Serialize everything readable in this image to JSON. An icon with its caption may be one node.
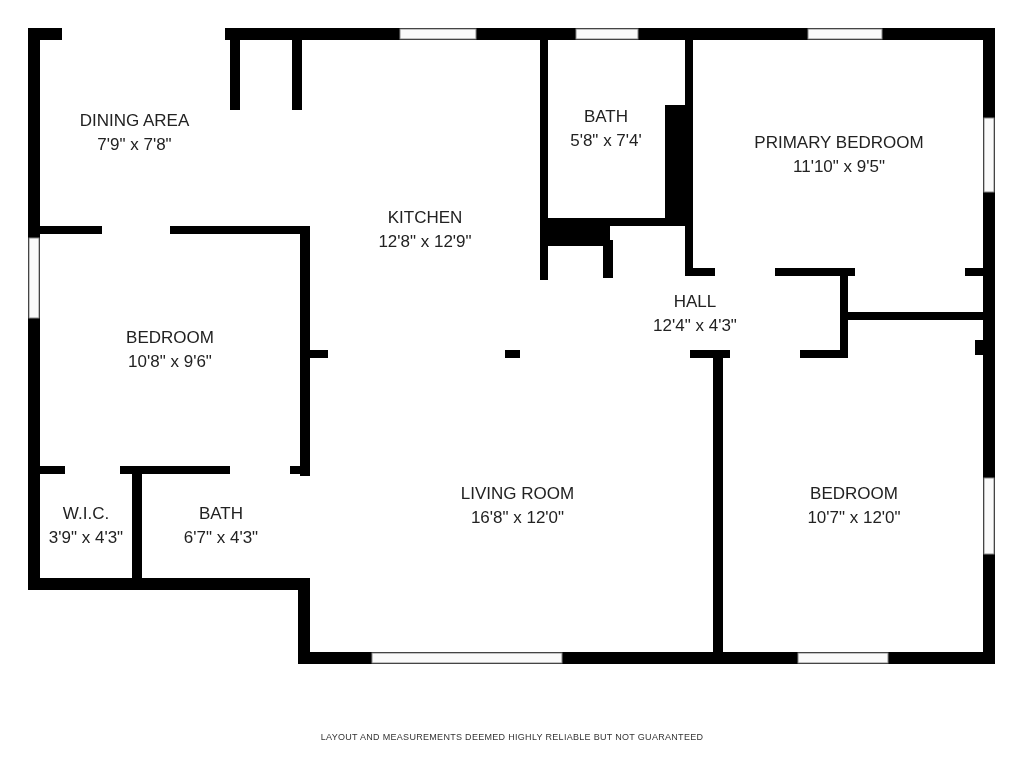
{
  "diagram": {
    "nodes": [
      {
        "text": [
          "DINING AREA",
          "7'9\" x 7'8\""
        ]
      },
      {
        "text": [
          "KITCHEN",
          "12'8\" x 12'9\""
        ]
      },
      {
        "text": [
          "BATH",
          "5'8\" x 7'4'"
        ]
      },
      {
        "text": [
          "PRIMARY BEDROOM",
          "11'10\" x 9'5\""
        ]
      },
      {
        "text": [
          "BEDROOM",
          "10'8\" x 9'6\""
        ]
      },
      {
        "text": [
          "HALL",
          "12'4\" x 4'3\""
        ]
      },
      {
        "text": [
          "W.I.C.",
          "3'9\" x 4'3\""
        ]
      },
      {
        "text": [
          "BATH",
          "6'7\" x 4'3\""
        ]
      },
      {
        "text": [
          "LIVING ROOM",
          "16'8\" x 12'0\""
        ]
      },
      {
        "text": [
          "BEDROOM",
          "10'7\" x 12'0\""
        ]
      }
    ],
    "edges": [],
    "labels": [
      "LAYOUT AND MEASUREMENTS DEEMED HIGHLY RELIABLE BUT NOT GUARANTEED"
    ]
  }
}
